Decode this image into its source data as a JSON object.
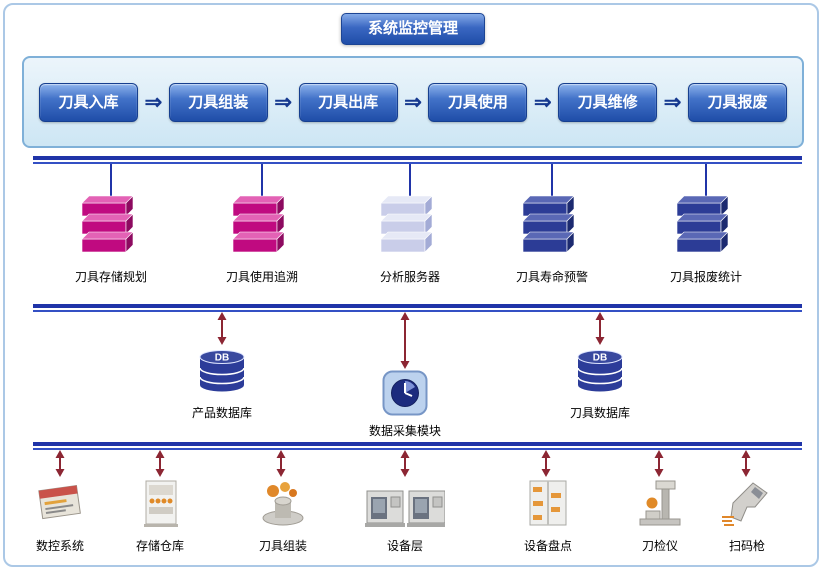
{
  "title": "系统监控管理",
  "flow": {
    "arrow_glyph": "⇒",
    "steps": [
      {
        "label": "刀具入库"
      },
      {
        "label": "刀具组装"
      },
      {
        "label": "刀具出库"
      },
      {
        "label": "刀具使用"
      },
      {
        "label": "刀具维修"
      },
      {
        "label": "刀具报废"
      }
    ]
  },
  "servers": [
    {
      "label": "刀具存储规划",
      "color": "#c00a80"
    },
    {
      "label": "刀具使用追溯",
      "color": "#c00a80"
    },
    {
      "label": "分析服务器",
      "color": "#c9cde9"
    },
    {
      "label": "刀具寿命预警",
      "color": "#2c3c96"
    },
    {
      "label": "刀具报废统计",
      "color": "#2c3c96"
    }
  ],
  "datastores": [
    {
      "label": "产品数据库",
      "badge": "DB"
    },
    {
      "label": "数据采集模块"
    },
    {
      "label": "刀具数据库",
      "badge": "DB"
    }
  ],
  "devices": [
    {
      "label": "数控系统"
    },
    {
      "label": "存储仓库"
    },
    {
      "label": "刀具组装"
    },
    {
      "label": "设备层"
    },
    {
      "label": "设备盘点"
    },
    {
      "label": "刀检仪"
    },
    {
      "label": "扫码枪"
    }
  ],
  "colors": {
    "bus_line": "#2034a8",
    "connector_arrow": "#8c2633",
    "flow_button_blue": "#1f4da8",
    "panel_border": "#7fb0d8",
    "panel_fill": "#d8ebf7",
    "server_magenta": "#c00a80",
    "server_lavender": "#c9cde9",
    "server_navy": "#2c3c96",
    "database_blue": "#2c3c99"
  }
}
